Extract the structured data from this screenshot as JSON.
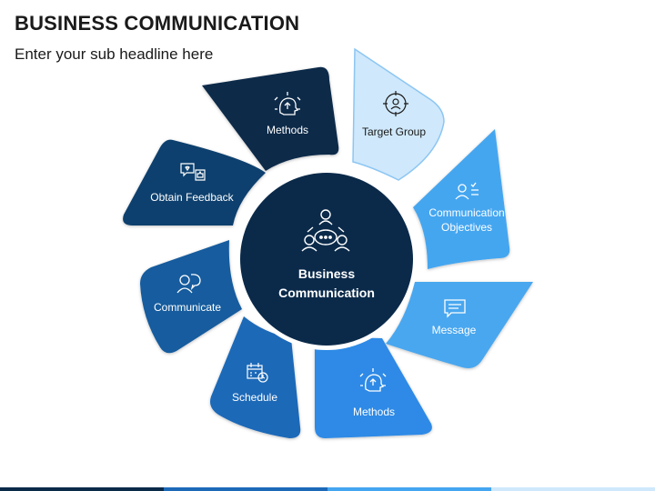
{
  "header": {
    "title": "BUSINESS COMMUNICATION",
    "subtitle": "Enter your sub headline here"
  },
  "center": {
    "line1": "Business",
    "line2": "Communication",
    "icon": "team-chat-icon",
    "color": "#0b2a4a"
  },
  "petals": [
    {
      "label": "Methods",
      "icon": "head-arrows-icon",
      "color": "#0b2a4a",
      "text_color": "#ffffff"
    },
    {
      "label": "Target Group",
      "icon": "target-person-icon",
      "color": "#cfe8fb",
      "text_color": "#1a1a1a"
    },
    {
      "label_line1": "Communication",
      "label_line2": "Objectives",
      "icon": "person-checklist-icon",
      "color": "#44a6f0",
      "text_color": "#ffffff"
    },
    {
      "label": "Message",
      "icon": "chat-bubble-icon",
      "color": "#4aa7ef",
      "text_color": "#ffffff"
    },
    {
      "label": "Methods",
      "icon": "head-arrows-icon",
      "color": "#2f8ae6",
      "text_color": "#ffffff"
    },
    {
      "label": "Schedule",
      "icon": "calendar-clock-icon",
      "color": "#1c69b8",
      "text_color": "#ffffff"
    },
    {
      "label": "Communicate",
      "icon": "speech-people-icon",
      "color": "#175b9e",
      "text_color": "#ffffff"
    },
    {
      "label": "Obtain Feedback",
      "icon": "feedback-icon",
      "color": "#0f3f6e",
      "text_color": "#ffffff"
    }
  ],
  "bottom_bar_colors": [
    "#0b2a4a",
    "#1c69b8",
    "#44a6f0",
    "#cfe8fb"
  ]
}
